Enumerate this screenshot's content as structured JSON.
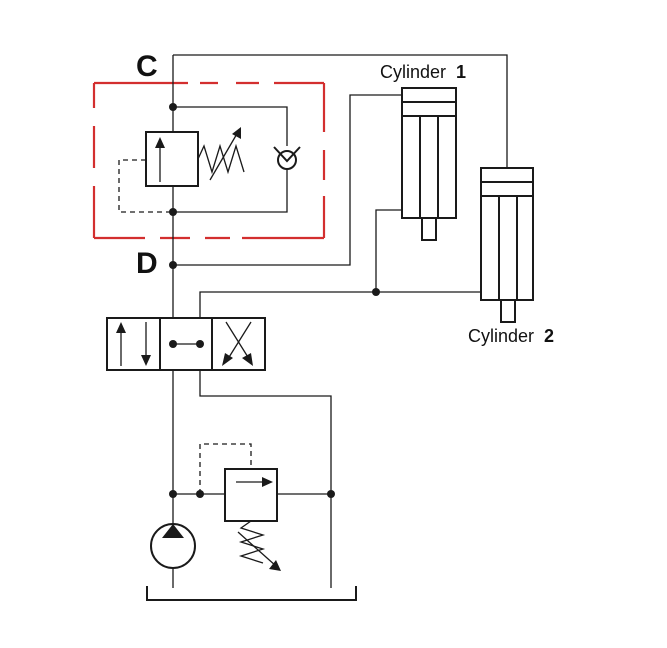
{
  "labels": {
    "port_c": "C",
    "port_d": "D",
    "cylinder_1_word": "Cylinder",
    "cylinder_1_number": "1",
    "cylinder_2_word": "Cylinder",
    "cylinder_2_number": "2"
  },
  "colors": {
    "line": "#1a1a1a",
    "highlight_box": "#d32f2f",
    "background": "#ffffff"
  },
  "icons": {
    "pump": "hydraulic-pump-icon",
    "relief_valve": "pressure-relief-valve-icon",
    "directional_valve": "directional-control-valve-icon",
    "sequence_valve": "sequence-valve-icon",
    "check_valve": "check-valve-icon",
    "tank": "reservoir-icon"
  }
}
